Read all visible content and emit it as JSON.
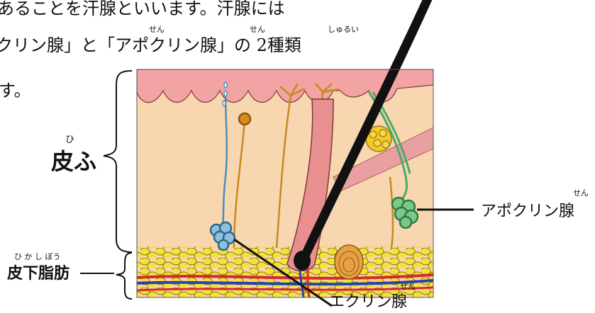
{
  "intro": {
    "line1": "あることを汗腺といいます。汗腺には",
    "line2": "クリン腺」と「アポクリン腺」の 2種類",
    "line3": "す。",
    "furigana_sen_1": "せん",
    "furigana_sen_2": "せん",
    "furigana_shurui": "しゅるい"
  },
  "labels": {
    "skin": "皮ふ",
    "skin_ruby": "ひ",
    "subcutaneous_fat": "皮下脂肪",
    "subcutaneous_fat_ruby": "ひ か し ぼう",
    "apocrine_gland": "アポクリン腺",
    "apocrine_ruby": "せん",
    "eccrine_gland": "エクリン腺",
    "eccrine_ruby": "せん"
  },
  "colors": {
    "epidermis": "#f3a3a3",
    "dermis": "#f8d6b0",
    "fat": "#f4e23a",
    "hair": "#111111",
    "eccrine": "#4a8fb5",
    "apocrine": "#4fa86a",
    "nerve": "#c98a1c",
    "artery": "#d9282c",
    "vein": "#2346a8"
  }
}
